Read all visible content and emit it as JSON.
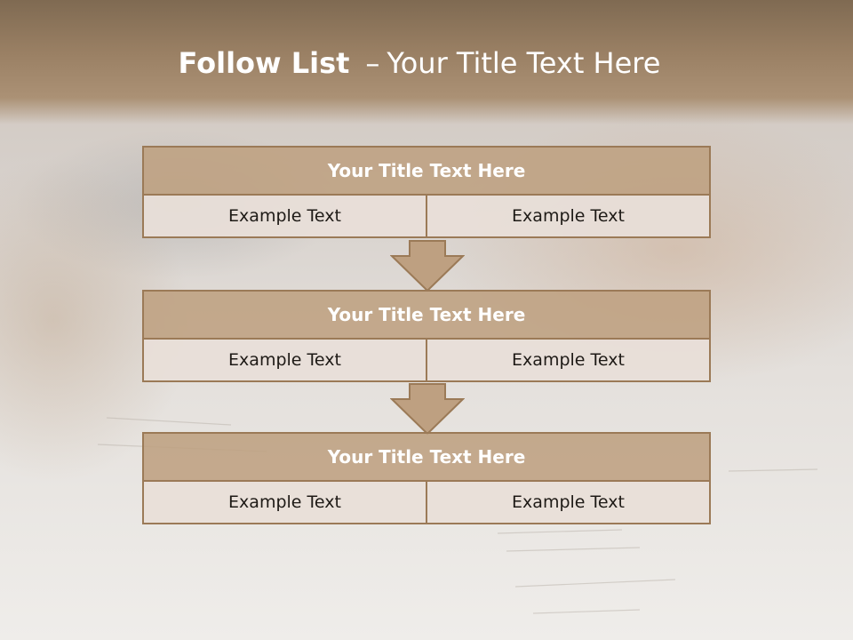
{
  "header": {
    "title_bold": "Follow List",
    "title_dash": "–",
    "title_rest": "Your Title Text Here"
  },
  "steps": [
    {
      "title": "Your Title Text Here",
      "left": "Example Text",
      "right": "Example Text"
    },
    {
      "title": "Your Title Text Here",
      "left": "Example Text",
      "right": "Example Text"
    },
    {
      "title": "Your Title Text Here",
      "left": "Example Text",
      "right": "Example Text"
    }
  ],
  "colors": {
    "band": "#9a8064",
    "header_fill": "#bea081",
    "border": "#9b7a57",
    "cell_fill": "#e8dfd8"
  }
}
